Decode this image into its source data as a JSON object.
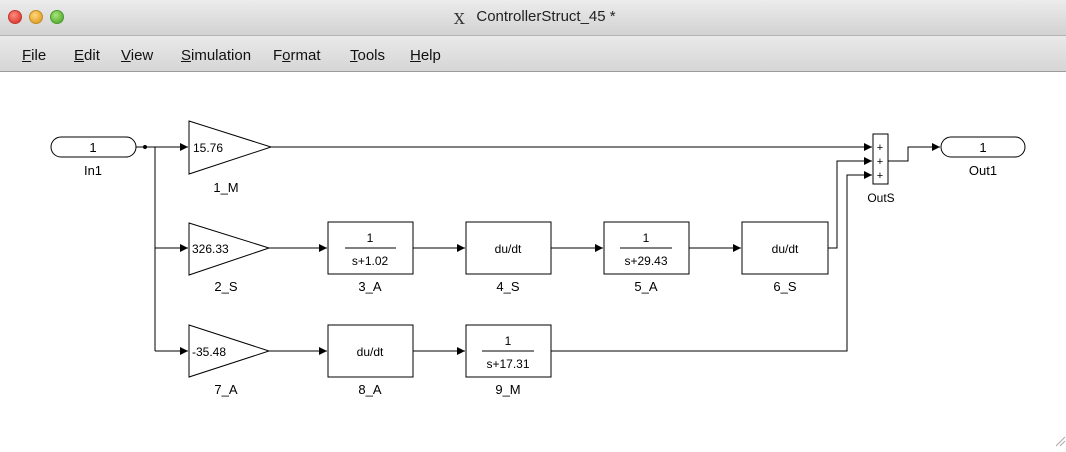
{
  "window": {
    "title": "ControllerStruct_45 *",
    "logo_glyph": "X"
  },
  "menu": [
    "File",
    "Edit",
    "View",
    "Simulation",
    "Format",
    "Tools",
    "Help"
  ],
  "menu_accel": [
    "F",
    "E",
    "V",
    "S",
    "o",
    "T",
    "H"
  ],
  "ports": {
    "in1": {
      "number": "1",
      "label": "In1"
    },
    "out1": {
      "number": "1",
      "label": "Out1"
    }
  },
  "gains": {
    "m1": {
      "value": "15.76",
      "label": "1_M"
    },
    "s2": {
      "value": "326.33",
      "label": "2_S"
    },
    "a7": {
      "value": "-35.48",
      "label": "7_A"
    }
  },
  "tf": {
    "a3": {
      "num": "1",
      "den": "s+1.02",
      "label": "3_A"
    },
    "a5": {
      "num": "1",
      "den": "s+29.43",
      "label": "5_A"
    },
    "m9": {
      "num": "1",
      "den": "s+17.31",
      "label": "9_M"
    }
  },
  "deriv": {
    "s4": {
      "text": "du/dt",
      "label": "4_S"
    },
    "s6": {
      "text": "du/dt",
      "label": "6_S"
    },
    "a8": {
      "text": "du/dt",
      "label": "8_A"
    }
  },
  "sum": {
    "signs": [
      "+",
      "+",
      "+"
    ],
    "label": "OutS"
  },
  "colors": {
    "line": "#000000",
    "block_fill": "#ffffff",
    "canvas": "#ffffff"
  }
}
